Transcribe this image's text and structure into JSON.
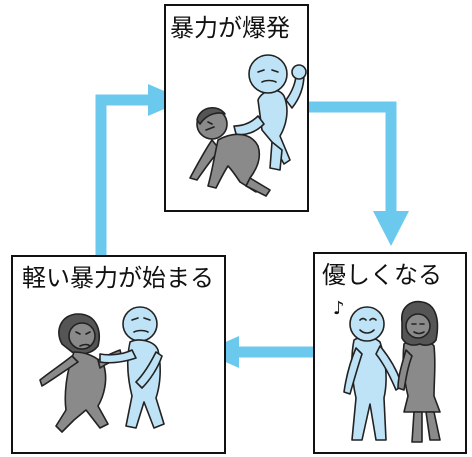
{
  "panels": {
    "top": {
      "label": "暴力が爆発"
    },
    "right": {
      "label": "優しくなる"
    },
    "left": {
      "label": "軽い暴力が始まる"
    }
  },
  "decorations": {
    "note": "♪"
  },
  "colors": {
    "border": "#111111",
    "arrow": "#6cc9ee",
    "victim_fill": "#8a8a8a",
    "abuser_fill": "#bfe3f6"
  }
}
